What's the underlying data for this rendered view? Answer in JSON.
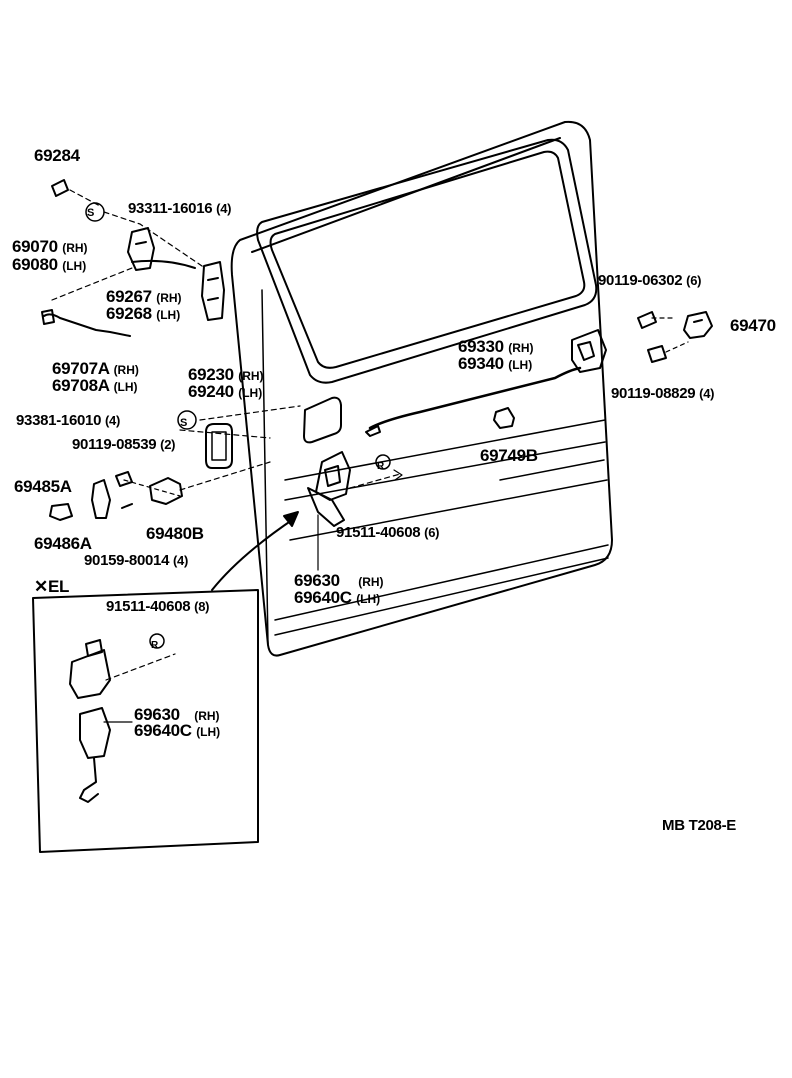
{
  "labels": {
    "p69284": "69284",
    "s93311": "93311-16016",
    "s93311_qty": "(4)",
    "p69070": "69070",
    "p69080": "69080",
    "rh": "(RH)",
    "lh": "(LH)",
    "lh_alt": "(LH)",
    "p69267": "69267",
    "p69268": "69268",
    "p69707A": "69707A",
    "p69708A": "69708A",
    "p69230": "69230",
    "p69240": "69240",
    "s93381": "93381-16010",
    "s93381_qty": "(4)",
    "s90119_08539": "90119-08539",
    "s90119_08539_qty": "(2)",
    "p69485A": "69485A",
    "p69486A": "69486A",
    "p69480B": "69480B",
    "s90159": "90159-80014",
    "s90159_qty": "(4)",
    "p69330": "69330",
    "p69340": "69340",
    "s90119_06302": "90119-06302",
    "s90119_06302_qty": "(6)",
    "p69470": "69470",
    "s90119_08829": "90119-08829",
    "s90119_08829_qty": "(4)",
    "p69749B": "69749B",
    "s91511_main": "91511-40608",
    "s91511_main_qty": "(6)",
    "p69630": "69630",
    "p69640C": "69640C",
    "el_mark": "✕EL",
    "s91511_inset": "91511-40608",
    "s91511_inset_qty": "(8)",
    "inset_p69630": "69630",
    "inset_p69640C": "69640C",
    "code": "MB T208-E"
  },
  "symbols": {
    "s_circle": "S",
    "r_circle": "R"
  }
}
